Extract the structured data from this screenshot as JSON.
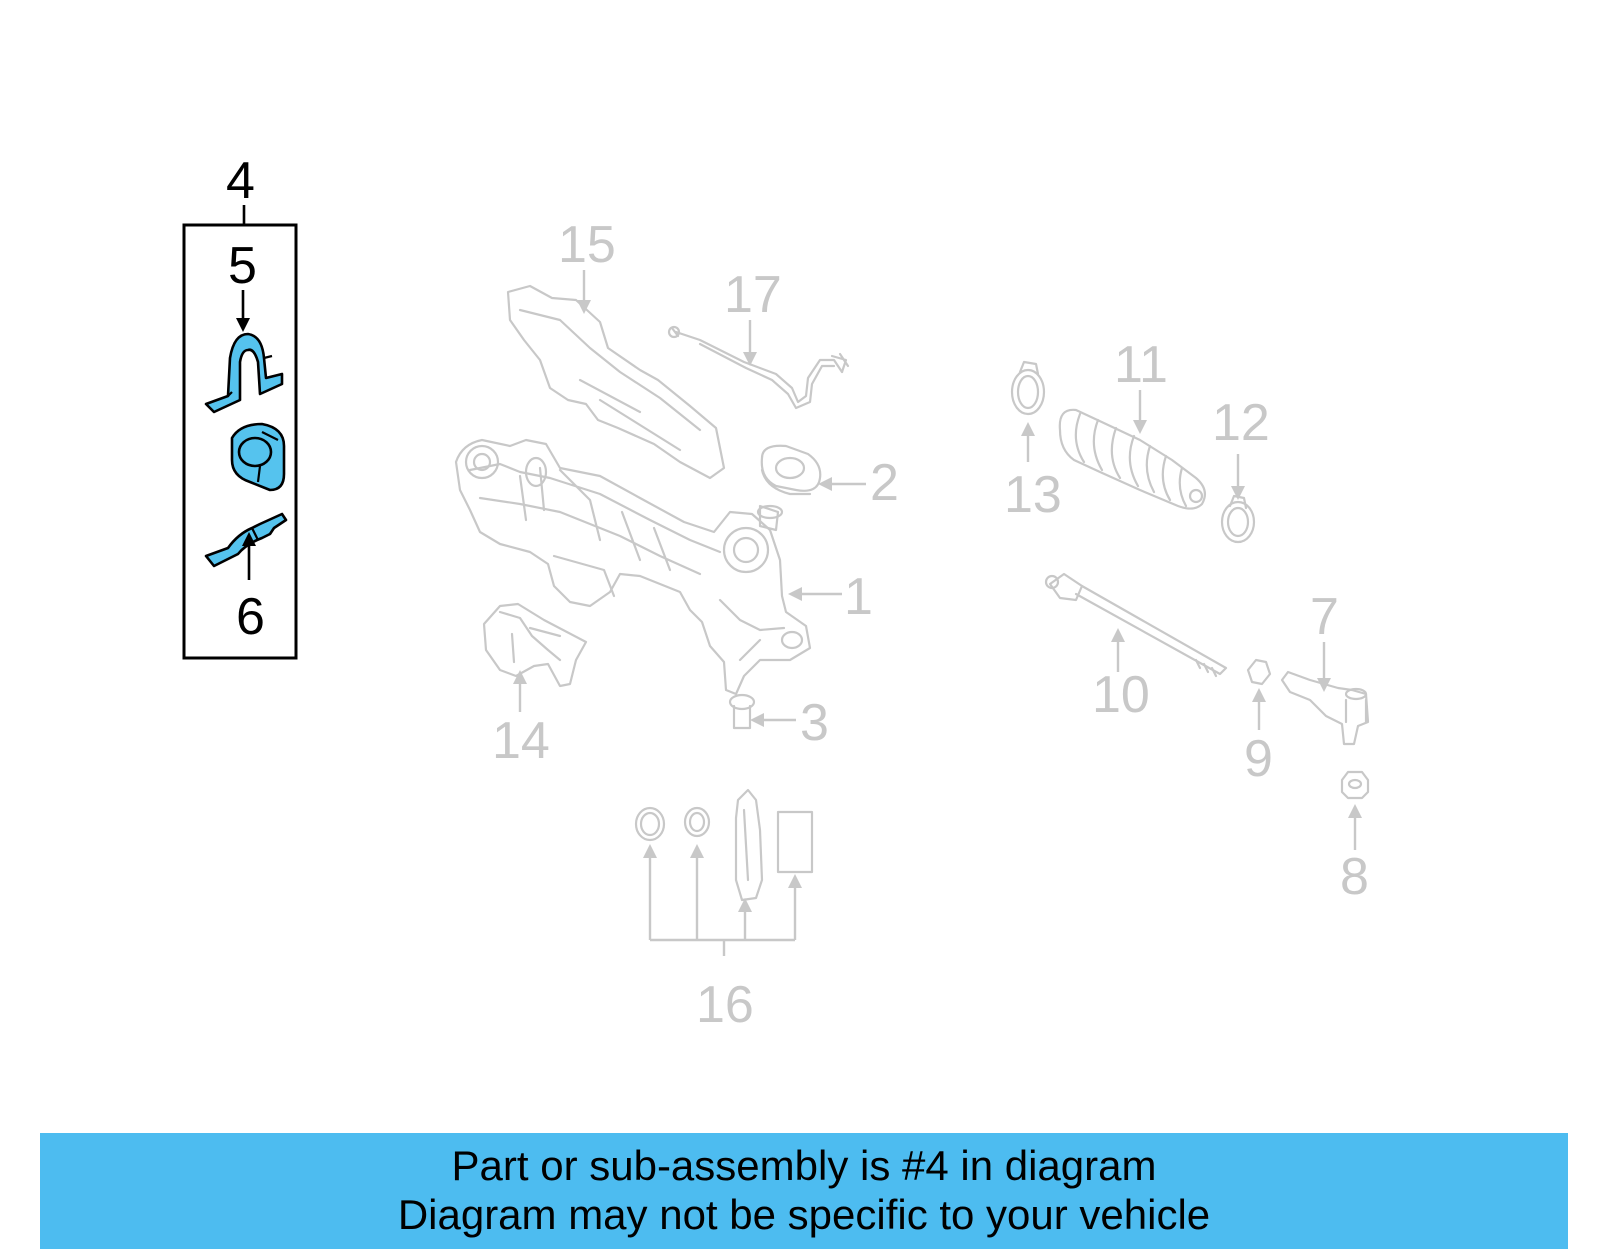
{
  "diagram": {
    "callouts": [
      {
        "id": "1",
        "label": "1"
      },
      {
        "id": "2",
        "label": "2"
      },
      {
        "id": "3",
        "label": "3"
      },
      {
        "id": "4",
        "label": "4"
      },
      {
        "id": "5",
        "label": "5"
      },
      {
        "id": "6",
        "label": "6"
      },
      {
        "id": "7",
        "label": "7"
      },
      {
        "id": "8",
        "label": "8"
      },
      {
        "id": "9",
        "label": "9"
      },
      {
        "id": "10",
        "label": "10"
      },
      {
        "id": "11",
        "label": "11"
      },
      {
        "id": "12",
        "label": "12"
      },
      {
        "id": "13",
        "label": "13"
      },
      {
        "id": "14",
        "label": "14"
      },
      {
        "id": "15",
        "label": "15"
      },
      {
        "id": "16",
        "label": "16"
      },
      {
        "id": "17",
        "label": "17"
      }
    ],
    "highlight_color": "#55c3ee",
    "ghost_color": "#c8c8c8"
  },
  "banner": {
    "line1": "Part or sub-assembly is #4 in diagram",
    "line2": "Diagram may not be specific to your vehicle",
    "background": "#4dbcf0"
  }
}
